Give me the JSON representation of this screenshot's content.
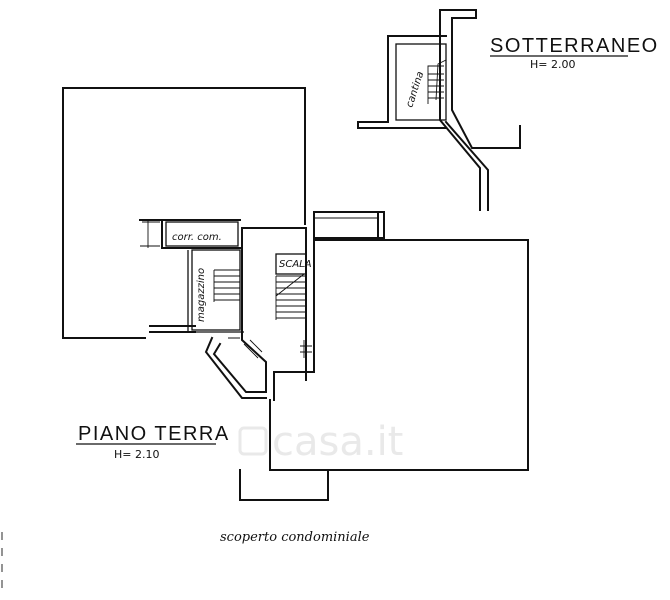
{
  "labels": {
    "basement_title": "SOTTERRANEO",
    "basement_height": "H= 2.00",
    "ground_title": "PIANO TERRA",
    "ground_height": "H= 2.10",
    "corridor": "corr. com.",
    "storage": "magazzino",
    "cellar": "cantina",
    "outdoor": "scoperto condominiale",
    "stairs_tag": "SCALA"
  },
  "watermark": {
    "text": "casa.it"
  },
  "colors": {
    "ink": "#111111",
    "paper": "#ffffff",
    "watermark": "#e9e9e9"
  }
}
